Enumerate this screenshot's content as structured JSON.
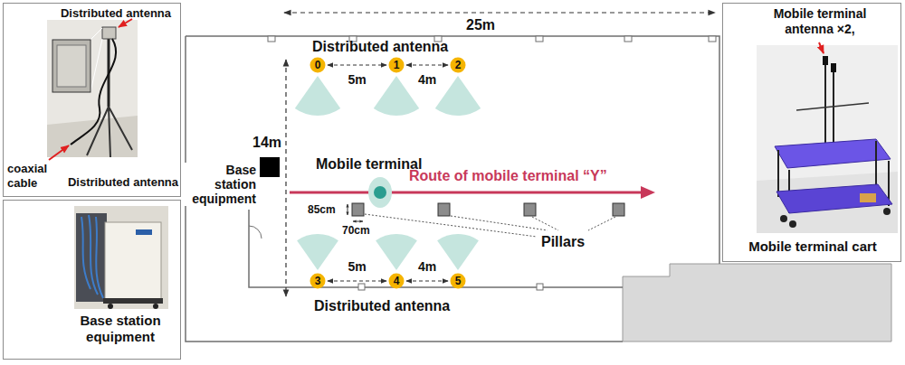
{
  "diagram": {
    "nodes": [
      {
        "text": [
          "Distributed antenna",
          "coaxial cable",
          "Distributed antenna"
        ]
      },
      {
        "text": [
          "Base station equipment"
        ]
      },
      {
        "text": [
          "Mobile terminal antenna ×2,",
          "Mobile terminal cart"
        ]
      },
      {
        "text": [
          "0"
        ]
      },
      {
        "text": [
          "1"
        ]
      },
      {
        "text": [
          "2"
        ]
      },
      {
        "text": [
          "3"
        ]
      },
      {
        "text": [
          "4"
        ]
      },
      {
        "text": [
          "5"
        ]
      }
    ],
    "edges": [
      {
        "from": 3,
        "to": 4,
        "arrow": "both",
        "label": "5m"
      },
      {
        "from": 4,
        "to": 5,
        "arrow": "both",
        "label": "4m"
      },
      {
        "from": 6,
        "to": 7,
        "arrow": "both",
        "label": "5m"
      },
      {
        "from": 7,
        "to": 8,
        "arrow": "both",
        "label": "4m"
      }
    ],
    "labels": [
      "25m",
      "Distributed antenna",
      "14m",
      "Base station equipment",
      "Mobile terminal",
      "Route of mobile terminal “Y”",
      "85cm",
      "70cm",
      "Pillars",
      "Distributed antenna"
    ]
  }
}
